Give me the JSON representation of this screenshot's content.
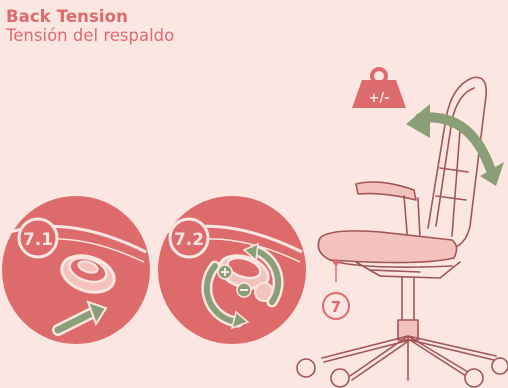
{
  "header": {
    "title": "Back Tension",
    "subtitle": "Tensión del respaldo"
  },
  "steps": [
    {
      "label": "7.1",
      "desc_icon": "tension-knob-push-arrow-icon"
    },
    {
      "label": "7.2",
      "desc_icon": "tension-knob-rotate-icon"
    }
  ],
  "chair": {
    "callout_label": "7",
    "weight_label": "+/-",
    "weight_icon": "weight-icon",
    "recline_icon": "recline-double-arrow-icon"
  },
  "palette": {
    "background": "#fbe6e1",
    "accent": "#de6b6b",
    "arrow_green": "#8a9f76",
    "outline": "#a25555"
  }
}
